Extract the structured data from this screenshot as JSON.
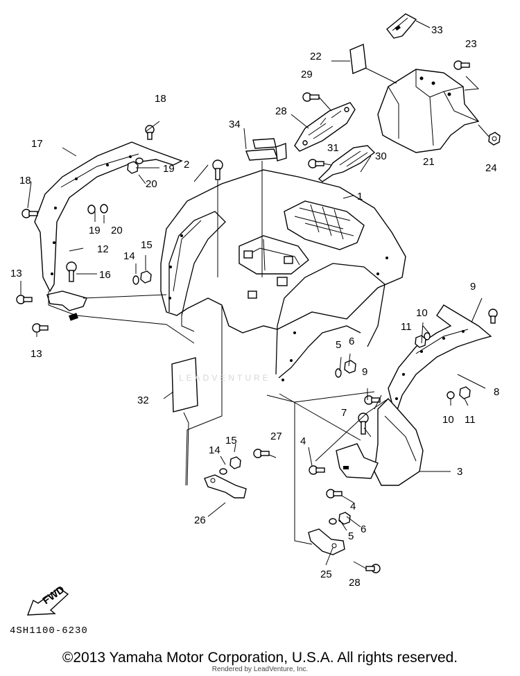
{
  "diagram": {
    "part_labels": [
      "1",
      "2",
      "3",
      "4",
      "4",
      "5",
      "5",
      "6",
      "6",
      "7",
      "8",
      "9",
      "9",
      "10",
      "10",
      "11",
      "11",
      "12",
      "13",
      "13",
      "14",
      "14",
      "15",
      "15",
      "16",
      "17",
      "18",
      "18",
      "19",
      "19",
      "20",
      "20",
      "21",
      "22",
      "23",
      "24",
      "25",
      "26",
      "27",
      "28",
      "28",
      "29",
      "30",
      "31",
      "32",
      "33",
      "34"
    ],
    "fwd_label": "FWD",
    "code": "4SH1100-6230",
    "watermark_center": "LEADVENTURE",
    "copyright": "©2013 Yamaha Motor Corporation, U.S.A. All rights reserved.",
    "rendered_by": "Rendered by LeadVenture, Inc."
  }
}
